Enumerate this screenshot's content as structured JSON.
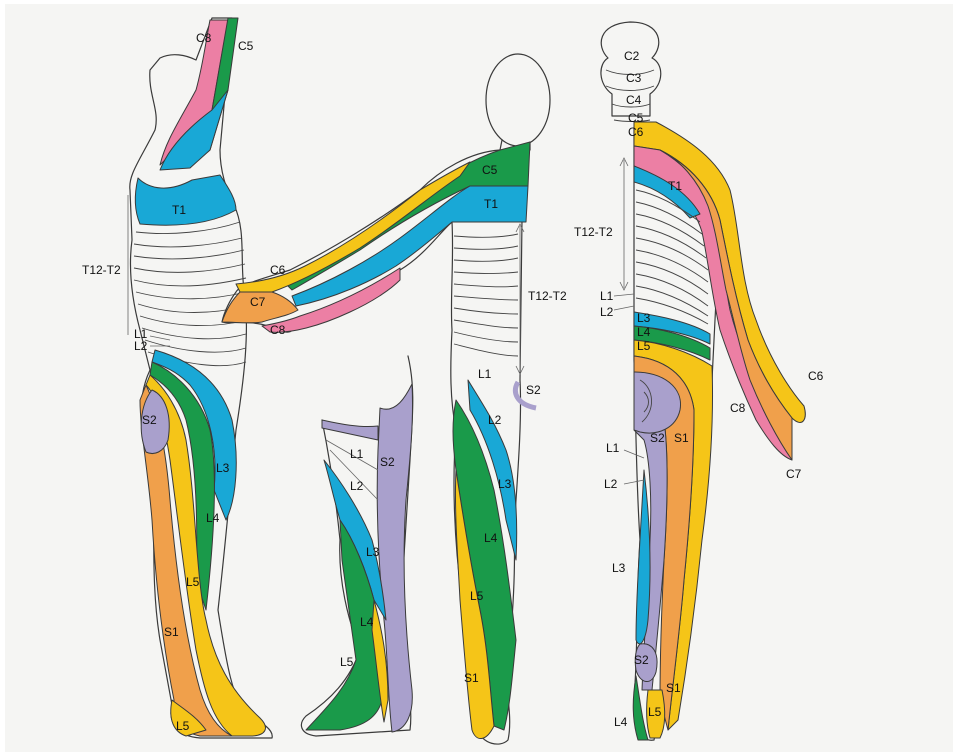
{
  "colors": {
    "C5": "#1a9a4a",
    "C6": "#f5c518",
    "C7": "#f0a04b",
    "C8": "#ec7fa4",
    "T1": "#19a8d6",
    "L3": "#19a8d6",
    "L4": "#1a9a4a",
    "L5": "#f5c518",
    "S1": "#f0a04b",
    "S2": "#a9a0cc"
  },
  "figures": {
    "side": {
      "labels": {
        "c8": "C8",
        "c5": "C5",
        "t1": "T1",
        "t12t2": "T12-T2",
        "l1": "L1",
        "l2": "L2",
        "s2": "S2",
        "l3": "L3",
        "l4": "L4",
        "l5": "L5",
        "s1": "S1",
        "l5foot": "L5"
      }
    },
    "front": {
      "labels": {
        "c5": "C5",
        "t1": "T1",
        "t12t2": "T12-T2",
        "c6": "C6",
        "c7": "C7",
        "c8": "C8",
        "l1": "L1",
        "s2": "S2",
        "l2": "L2",
        "l3": "L3",
        "l4": "L4",
        "l5": "L5",
        "s1": "S1"
      }
    },
    "leg": {
      "labels": {
        "l1": "L1",
        "s2": "S2",
        "l2": "L2",
        "l3": "L3",
        "l4": "L4",
        "l5": "L5"
      }
    },
    "back": {
      "labels": {
        "c2": "C2",
        "c3": "C3",
        "c4": "C4",
        "c5": "C5",
        "c6": "C6",
        "t1": "T1",
        "t12t2": "T12-T2",
        "l1": "L1",
        "l2": "L2",
        "l3a": "L3",
        "l4a": "L4",
        "l5a": "L5",
        "s2": "S2",
        "s1": "S1",
        "l1b": "L1",
        "l2b": "L2",
        "l3b": "L3",
        "c6hand": "C6",
        "c8hand": "C8",
        "c7hand": "C7",
        "s2foot": "S2",
        "s1foot": "S1",
        "l4foot": "L4",
        "l5foot": "L5"
      }
    }
  }
}
